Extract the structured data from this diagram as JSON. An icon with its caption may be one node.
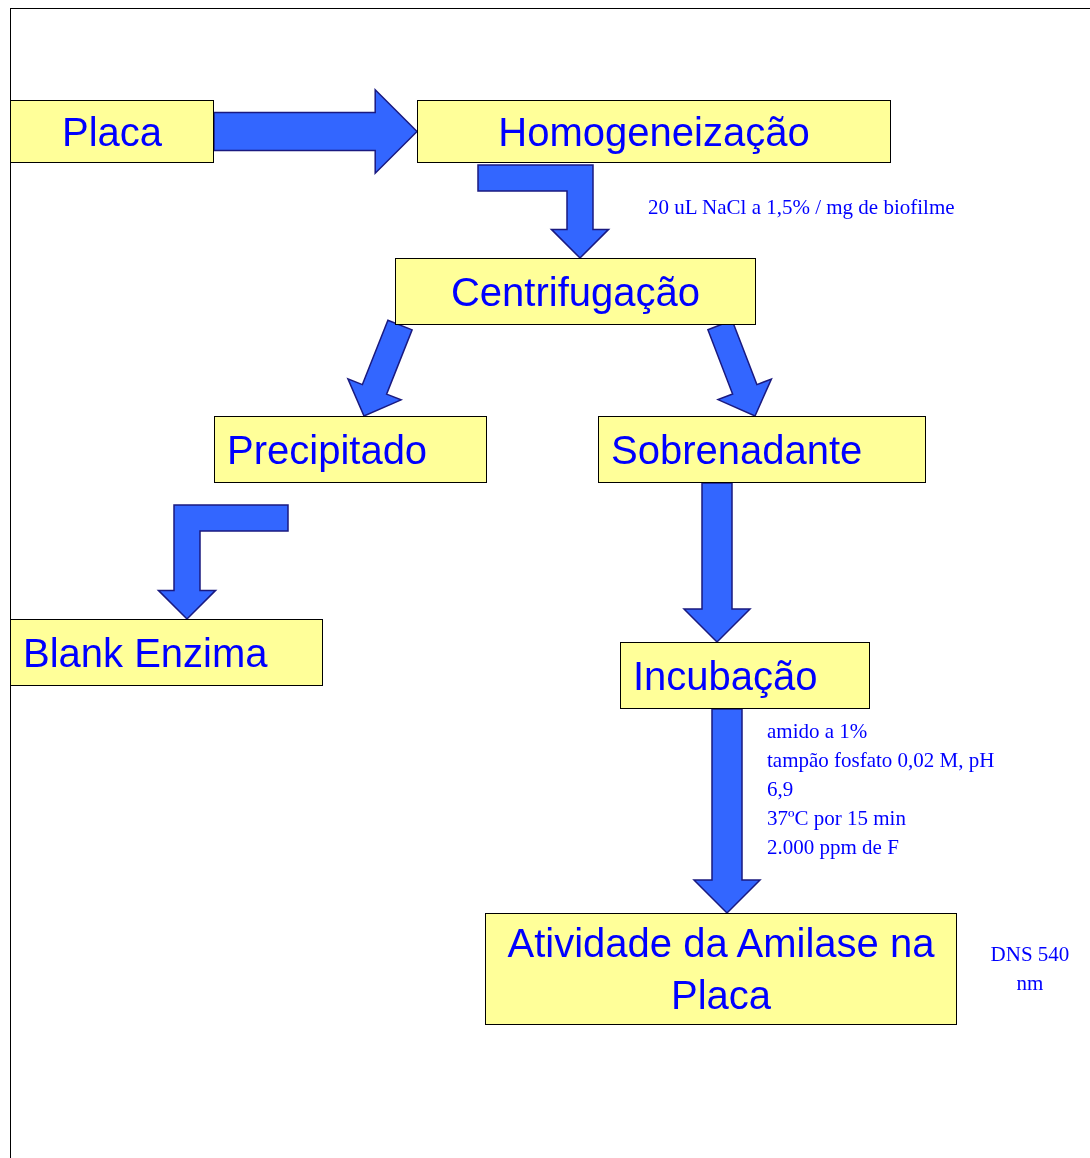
{
  "diagram": {
    "nodes": [
      {
        "text": [
          "Placa"
        ]
      },
      {
        "text": [
          "Homogeneização"
        ]
      },
      {
        "text": [
          "Centrifugação"
        ]
      },
      {
        "text": [
          "Precipitado"
        ]
      },
      {
        "text": [
          "Sobrenadante"
        ]
      },
      {
        "text": [
          "Blank Enzima"
        ]
      },
      {
        "text": [
          "Incubação"
        ]
      },
      {
        "text": [
          "Atividade da Amilase na Placa"
        ],
        "beside": [
          "DNS 540 nm"
        ]
      }
    ],
    "edges": [
      {
        "from": 0,
        "to": 1,
        "arrow": "to"
      },
      {
        "from": 1,
        "to": 2,
        "arrow": "to"
      },
      {
        "from": 2,
        "to": 3,
        "arrow": "to"
      },
      {
        "from": 2,
        "to": 4,
        "arrow": "to"
      },
      {
        "from": 3,
        "to": 5,
        "arrow": "to"
      },
      {
        "from": 4,
        "to": 6,
        "arrow": "to"
      },
      {
        "from": 6,
        "to": 7,
        "arrow": "to"
      }
    ],
    "labels": [
      "20 uL NaCl a 1,5% / mg de biofilme",
      "amido a 1%",
      "tampão fosfato 0,02 M, pH 6,9",
      "37ºC por 15 min",
      "2.000 ppm de F"
    ]
  }
}
